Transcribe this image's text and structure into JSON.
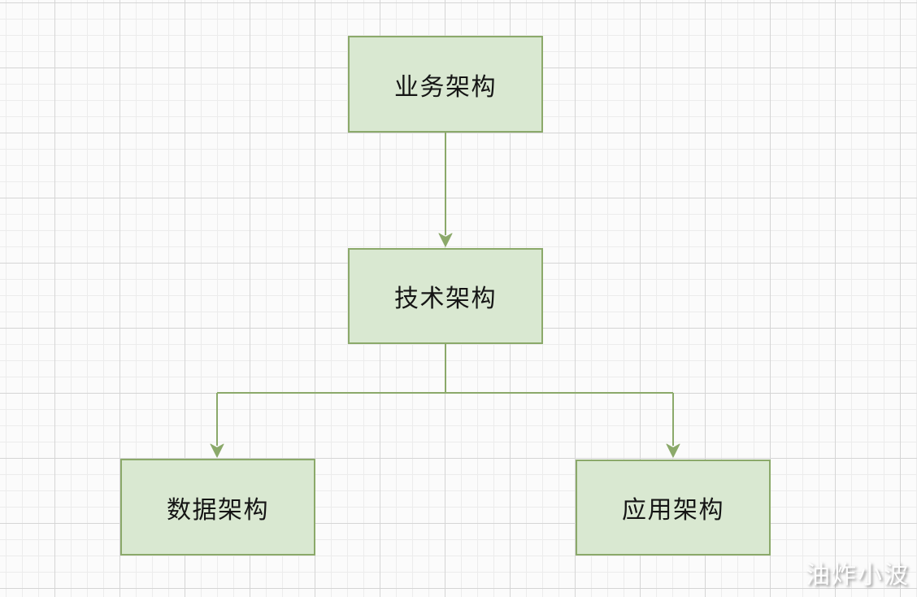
{
  "canvas": {
    "background_color": "#fbfbfb",
    "grid_minor_color": "#ececec",
    "grid_major_color": "#d5d5d5"
  },
  "diagram": {
    "type": "flowchart",
    "node_fill_color": "#d9e8d1",
    "node_border_color": "#8ba96a",
    "connector_color": "#8ba96a",
    "nodes": [
      {
        "id": "business",
        "label": "业务架构"
      },
      {
        "id": "technical",
        "label": "技术架构"
      },
      {
        "id": "data",
        "label": "数据架构"
      },
      {
        "id": "application",
        "label": "应用架构"
      }
    ],
    "edges": [
      {
        "from": "business",
        "to": "technical",
        "arrow": "down"
      },
      {
        "from": "technical",
        "to": "data",
        "arrow": "down"
      },
      {
        "from": "technical",
        "to": "application",
        "arrow": "down"
      }
    ]
  },
  "watermark": {
    "text": "油炸小波"
  }
}
